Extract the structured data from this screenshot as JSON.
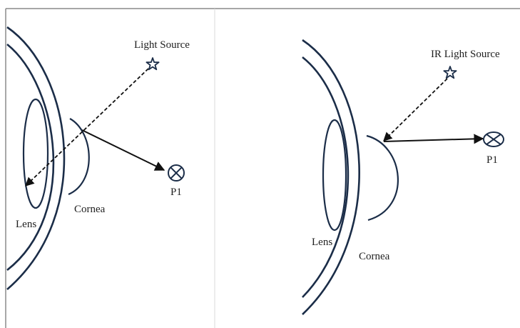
{
  "left_panel": {
    "light_source_label": "Light Source",
    "lens_label": "Lens",
    "cornea_label": "Cornea",
    "target_label": "P1"
  },
  "right_panel": {
    "light_source_label": "IR Light Source",
    "lens_label": "Lens",
    "cornea_label": "Cornea",
    "target_label": "P1"
  },
  "colors": {
    "eye_stroke": "#1b2d48",
    "ray": "#111111"
  },
  "icons": [
    "star-icon",
    "circled-x-icon"
  ]
}
